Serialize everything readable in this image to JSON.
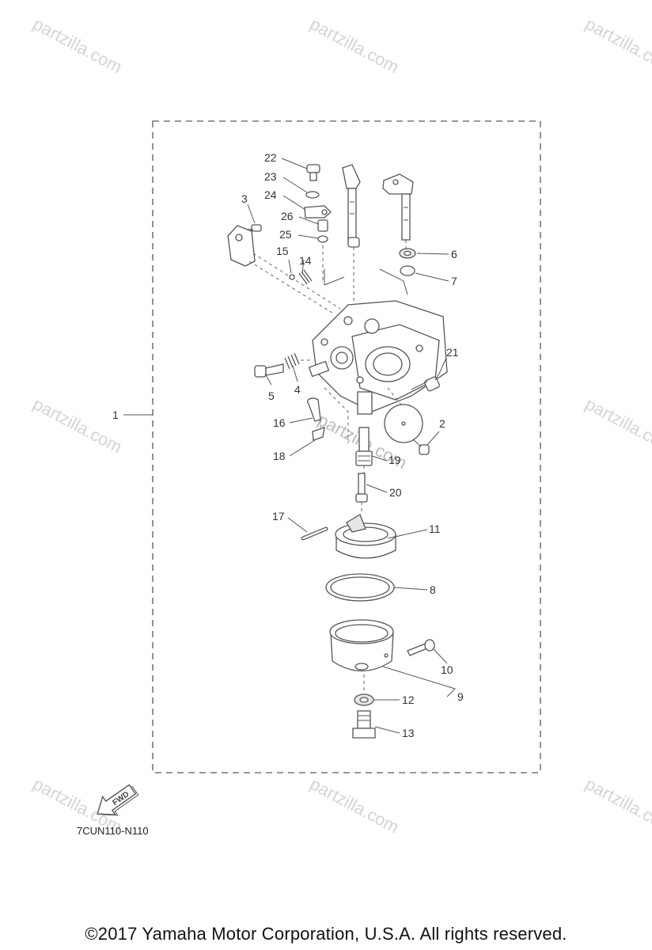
{
  "watermark": "partzilla.com",
  "diagram_code": "7CUN110-N110",
  "fwd_label": "FWD",
  "copyright": "©2017 Yamaha Motor Corporation, U.S.A. All rights reserved.",
  "callouts": [
    "1",
    "2",
    "3",
    "4",
    "5",
    "6",
    "7",
    "8",
    "9",
    "10",
    "11",
    "12",
    "13",
    "14",
    "15",
    "16",
    "17",
    "18",
    "19",
    "20",
    "21",
    "22",
    "23",
    "24",
    "25",
    "26"
  ]
}
